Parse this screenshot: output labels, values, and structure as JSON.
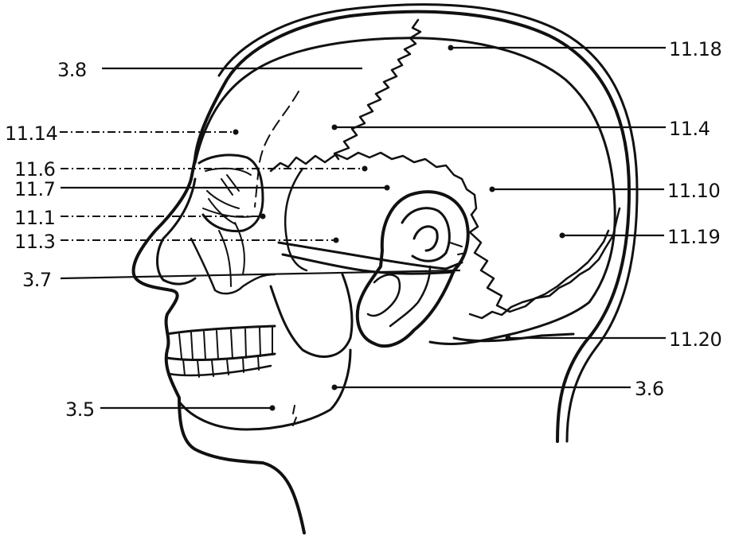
{
  "labels": {
    "l_3_8": "3.8",
    "l_11_18": "11.18",
    "l_11_14": "11.14",
    "l_11_4": "11.4",
    "l_11_6": "11.6",
    "l_11_7": "11.7",
    "l_11_10": "11.10",
    "l_11_1": "11.1",
    "l_11_19": "11.19",
    "l_11_3": "11.3",
    "l_3_7": "3.7",
    "l_11_20": "11.20",
    "l_3_6": "3.6",
    "l_3_5": "3.5"
  }
}
